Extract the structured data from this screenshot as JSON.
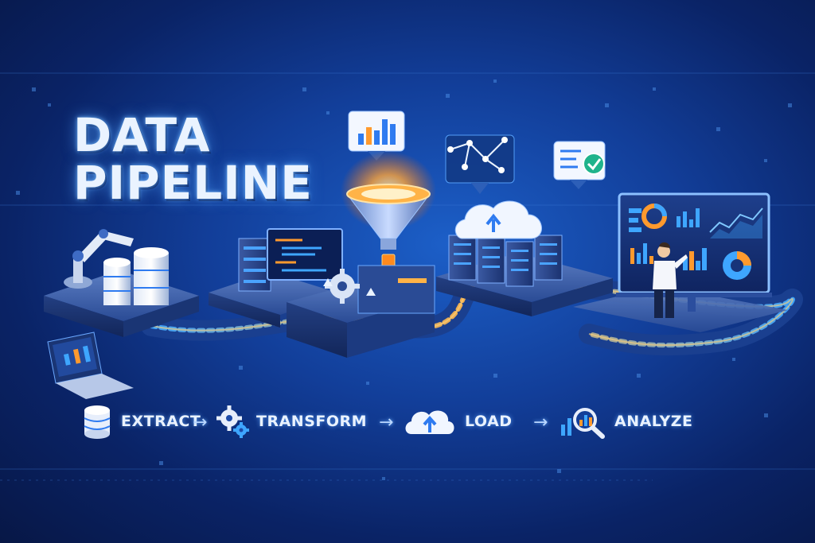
{
  "title": {
    "line1": "DATA",
    "line2": "PIPELINE"
  },
  "steps": [
    {
      "label": "EXTRACT",
      "icon": "database-icon"
    },
    {
      "label": "TRANSFORM",
      "icon": "gears-icon"
    },
    {
      "label": "LOAD",
      "icon": "cloud-upload-icon"
    },
    {
      "label": "ANALYZE",
      "icon": "magnifier-chart-icon"
    }
  ],
  "arrow_glyph": "→",
  "colors": {
    "background": "#123e99",
    "accent_blue": "#3ea6ff",
    "accent_orange": "#ff9a2e",
    "text": "#e9f2ff"
  }
}
